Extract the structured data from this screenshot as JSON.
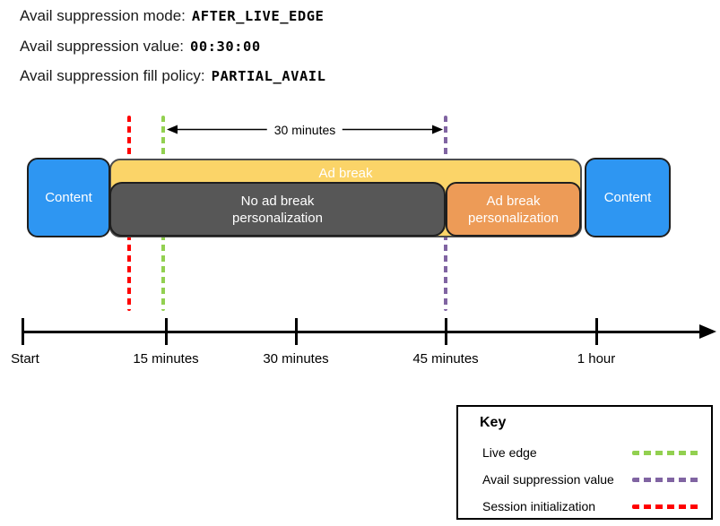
{
  "header": {
    "lines": [
      {
        "label": "Avail suppression mode:",
        "value": "AFTER_LIVE_EDGE"
      },
      {
        "label": "Avail suppression value:",
        "value": "00:30:00"
      },
      {
        "label": "Avail suppression fill policy:",
        "value": "PARTIAL_AVAIL"
      }
    ]
  },
  "diagram": {
    "annotation": "30 minutes",
    "blocks": {
      "content_left": "Content",
      "ad_break": "Ad break",
      "no_personalization": "No ad break personalization",
      "personalization": "Ad break personalization",
      "content_right": "Content"
    },
    "colors": {
      "content_blue": "#2e96f2",
      "ad_break_yellow": "#fbd468",
      "no_personalization_gray": "#575757",
      "personalization_orange": "#ed9b57",
      "live_edge_green": "#92d050",
      "avail_suppression_purple": "#8064a2",
      "session_initialization_red": "#ff0000"
    }
  },
  "timeline": {
    "labels": [
      "Start",
      "15 minutes",
      "30 minutes",
      "45 minutes",
      "1 hour"
    ]
  },
  "key": {
    "title": "Key",
    "items": [
      {
        "label": "Live edge",
        "color": "#92d050"
      },
      {
        "label": "Avail suppression value",
        "color": "#8064a2"
      },
      {
        "label": "Session initialization",
        "color": "#ff0000"
      }
    ]
  }
}
